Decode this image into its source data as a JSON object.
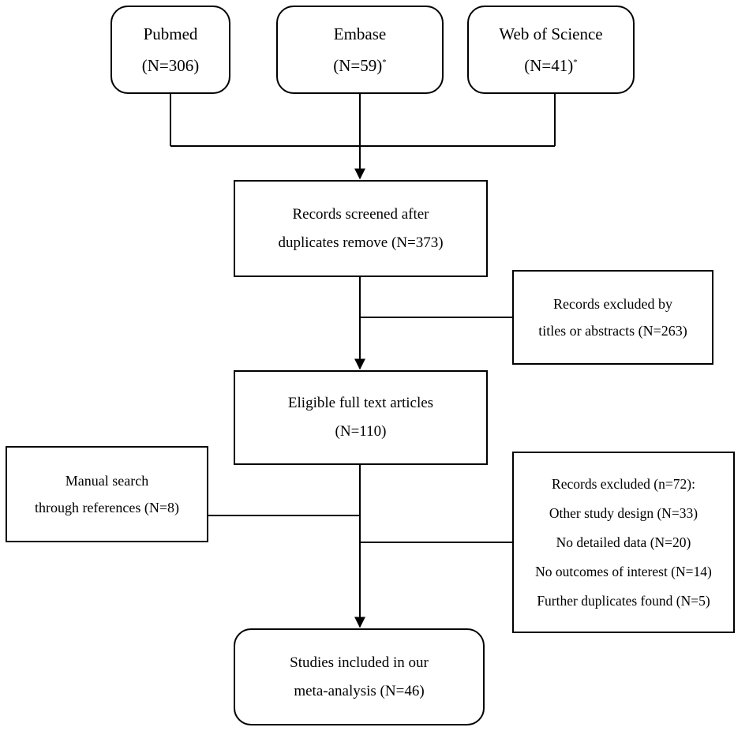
{
  "sources": [
    {
      "name": "Pubmed",
      "count": "(N=306)",
      "mark": ""
    },
    {
      "name": "Embase",
      "count": "(N=59)",
      "mark": "*"
    },
    {
      "name": "Web of Science",
      "count": "(N=41)",
      "mark": "*"
    }
  ],
  "screened": {
    "line1": "Records screened after",
    "line2": "duplicates remove (N=373)"
  },
  "excluded_titles": {
    "line1": "Records excluded by",
    "line2": "titles or abstracts (N=263)"
  },
  "eligible": {
    "line1": "Eligible full text articles",
    "line2": "(N=110)"
  },
  "manual": {
    "line1": "Manual search",
    "line2": "through references (N=8)"
  },
  "excluded_full": {
    "title": "Records excluded (n=72):",
    "reasons": [
      "Other study design (N=33)",
      "No detailed data (N=20)",
      "No outcomes of interest (N=14)",
      "Further duplicates found (N=5)"
    ]
  },
  "included": {
    "line1": "Studies included in our",
    "line2": "meta-analysis (N=46)"
  }
}
